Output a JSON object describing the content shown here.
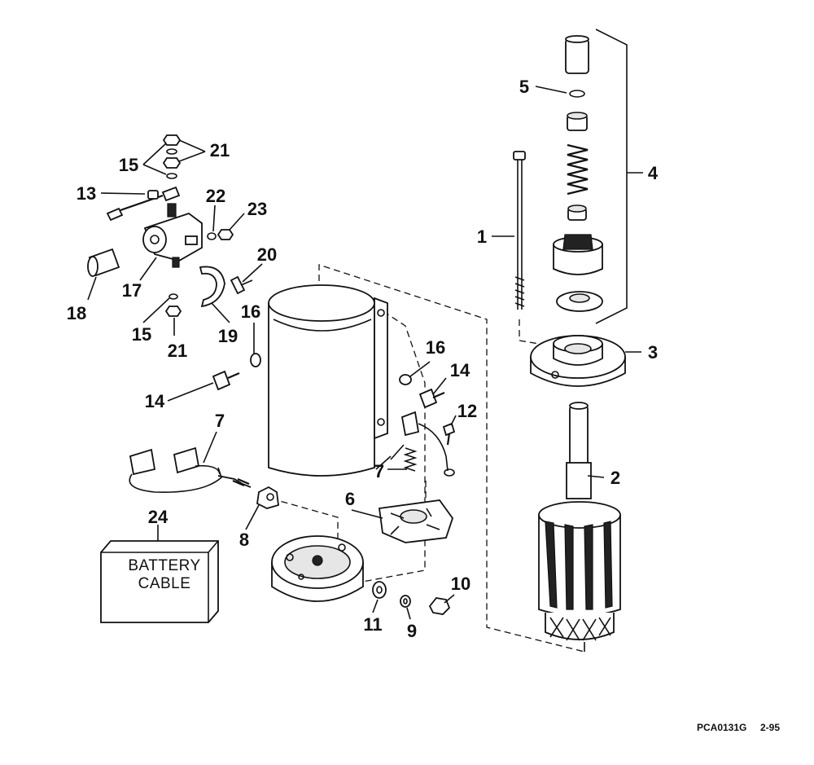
{
  "diagram": {
    "callouts": [
      "1",
      "2",
      "3",
      "4",
      "5",
      "6",
      "7",
      "7",
      "8",
      "9",
      "10",
      "11",
      "12",
      "13",
      "14",
      "14",
      "15",
      "15",
      "16",
      "16",
      "17",
      "18",
      "19",
      "20",
      "21",
      "21",
      "22",
      "23",
      "24"
    ],
    "battery_cable_line1": "BATTERY",
    "battery_cable_line2": "CABLE",
    "reference_code": "PCA0131G",
    "revision": "2-95"
  }
}
